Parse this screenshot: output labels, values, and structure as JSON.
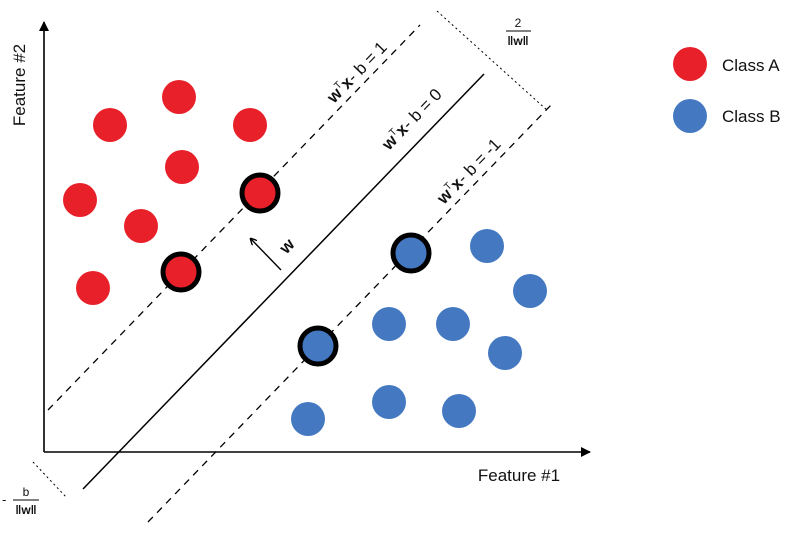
{
  "axes": {
    "x_label": "Feature #1",
    "y_label": "Feature #2"
  },
  "legend": {
    "items": [
      {
        "label": "Class A",
        "color": "#e8202a"
      },
      {
        "label": "Class B",
        "color": "#4479c2"
      }
    ]
  },
  "lines": {
    "upper_margin": {
      "w": "w",
      "T": "T",
      "x": "x",
      "rest": "- b = 1"
    },
    "hyperplane": {
      "w": "w",
      "T": "T",
      "x": "x",
      "rest": "- b = 0"
    },
    "lower_margin": {
      "w": "w",
      "T": "T",
      "x": "x",
      "rest": "- b = -1"
    }
  },
  "normal_vector_label": "w",
  "margin_width": {
    "numerator": "2",
    "denominator": "‖w‖"
  },
  "offset": {
    "sign": "-",
    "numerator": "b",
    "denominator": "‖w‖"
  },
  "colors": {
    "class_a": "#e8202a",
    "class_b": "#4479c2",
    "support_vector_outline": "#000000"
  },
  "icons": {
    "class_a_point": "red-dot",
    "class_b_point": "blue-dot",
    "support_vector": "outlined-dot"
  }
}
